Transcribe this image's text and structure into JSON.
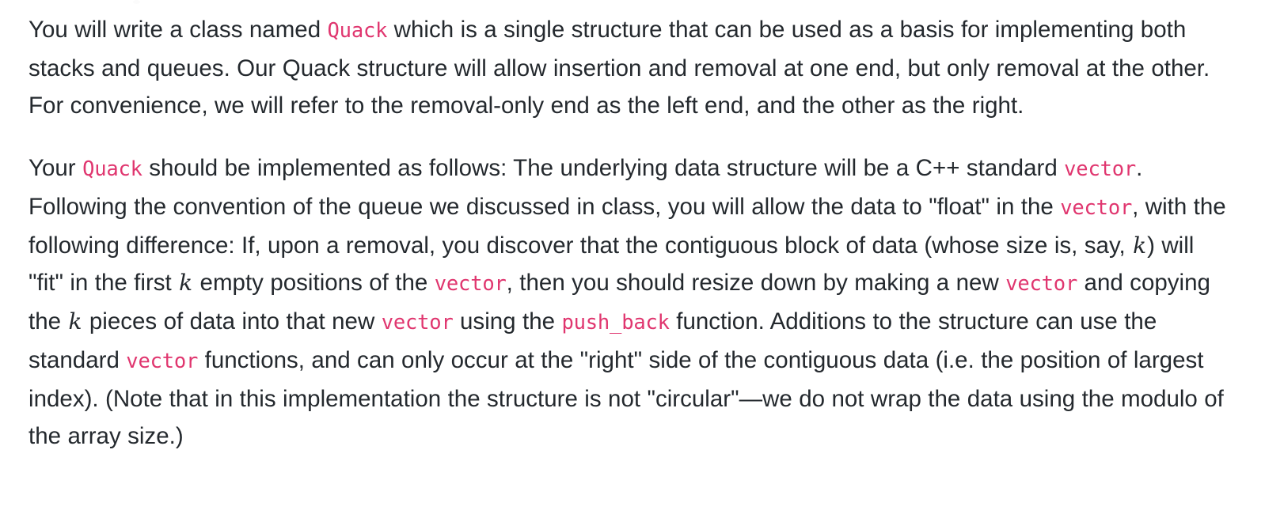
{
  "document": {
    "background_color": "#ffffff",
    "text_color": "#24292e",
    "code_color": "#e0366f",
    "paragraphs": [
      {
        "id": "paragraph-1",
        "runs": [
          {
            "type": "text",
            "value": "You will write a class named "
          },
          {
            "type": "code",
            "value": "Quack"
          },
          {
            "type": "text",
            "value": " which is a single structure that can be used as a basis for implementing both stacks and queues. Our Quack structure will allow insertion and removal at one end, but only removal at the other. For convenience, we will refer to the removal-only end as the left end, and the other as the right."
          }
        ],
        "plain_text": "You will write a class named Quack which is a single structure that can be used as a basis for implementing both stacks and queues. Our Quack structure will allow insertion and removal at one end, but only removal at the other. For convenience, we will refer to the removal-only end as the left end, and the other as the right."
      },
      {
        "id": "paragraph-2",
        "runs": [
          {
            "type": "text",
            "value": "Your "
          },
          {
            "type": "code",
            "value": "Quack"
          },
          {
            "type": "text",
            "value": " should be implemented as follows: The underlying data structure will be a C++ standard "
          },
          {
            "type": "code",
            "value": "vector"
          },
          {
            "type": "text",
            "value": ". Following the convention of the queue we discussed in class, you will allow the data to \"float\" in the "
          },
          {
            "type": "code",
            "value": "vector"
          },
          {
            "type": "text",
            "value": ", with the following difference: If, upon a removal, you discover that the contiguous block of data (whose size is, say, "
          },
          {
            "type": "math",
            "value": "k"
          },
          {
            "type": "text",
            "value": ") will \"fit\" in the first "
          },
          {
            "type": "math",
            "value": "k"
          },
          {
            "type": "text",
            "value": " empty positions of the "
          },
          {
            "type": "code",
            "value": "vector"
          },
          {
            "type": "text",
            "value": ", then you should resize down by making a new "
          },
          {
            "type": "code",
            "value": "vector"
          },
          {
            "type": "text",
            "value": " and copying the "
          },
          {
            "type": "math",
            "value": "k"
          },
          {
            "type": "text",
            "value": " pieces of data into that new "
          },
          {
            "type": "code",
            "value": "vector"
          },
          {
            "type": "text",
            "value": " using the "
          },
          {
            "type": "code",
            "value": "push_back"
          },
          {
            "type": "text",
            "value": " function. Additions to the structure can use the standard "
          },
          {
            "type": "code",
            "value": "vector"
          },
          {
            "type": "text",
            "value": " functions, and can only occur at the \"right\" side of the contiguous data (i.e. the position of largest index). (Note that in this implementation the structure is not \"circular\"—we do not wrap the data using the modulo of the array size.)"
          }
        ],
        "plain_text": "Your Quack should be implemented as follows: The underlying data structure will be a C++ standard vector. Following the convention of the queue we discussed in class, you will allow the data to \"float\" in the vector, with the following difference: If, upon a removal, you discover that the contiguous block of data (whose size is, say, k) will \"fit\" in the first k empty positions of the vector, then you should resize down by making a new vector and copying the k pieces of data into that new vector using the push_back function. Additions to the structure can use the standard vector functions, and can only occur at the \"right\" side of the contiguous data (i.e. the position of largest index). (Note that in this implementation the structure is not \"circular\"—we do not wrap the data using the modulo of the array size.)"
      }
    ]
  }
}
